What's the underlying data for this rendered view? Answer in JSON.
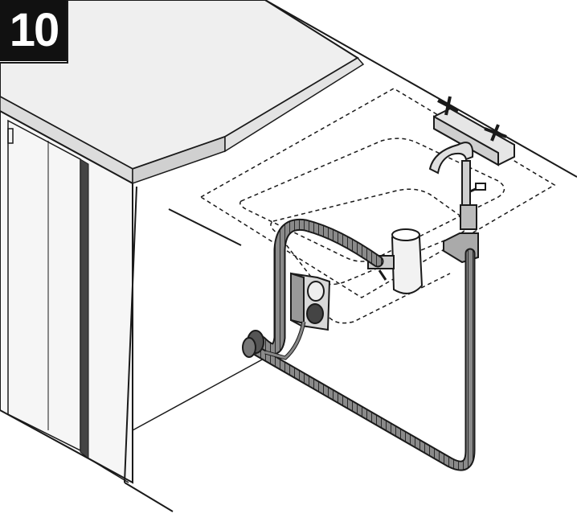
{
  "step": {
    "number": "10"
  },
  "colors": {
    "ink": "#1a1a1a",
    "counter_top": "#eeeeee",
    "counter_edge": "#d9d9d9",
    "appliance_front": "#f4f4f4",
    "badge_bg": "#111111",
    "badge_fg": "#ffffff"
  },
  "icons": {
    "tap": "cross-handle-mixer-tap",
    "socket": "power-socket",
    "siphon": "sink-trap-siphon"
  }
}
